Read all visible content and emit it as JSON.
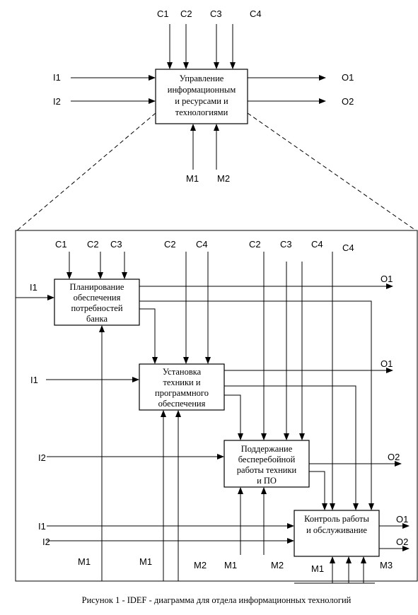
{
  "top": {
    "box_lines": [
      "Управление",
      "информационным",
      "и ресурсами и",
      "технологиями"
    ],
    "controls": [
      "C1",
      "C2",
      "C3",
      "C4"
    ],
    "inputs": [
      "I1",
      "I2"
    ],
    "outputs": [
      "O1",
      "O2"
    ],
    "mechanisms": [
      "M1",
      "M2"
    ]
  },
  "detail": {
    "blocks": [
      {
        "lines": [
          "Планирование",
          "обеспечения",
          "потребностей",
          "банка"
        ]
      },
      {
        "lines": [
          "Установка",
          "техники и",
          "программного",
          "обеспечения"
        ]
      },
      {
        "lines": [
          "Поддержание",
          "бесперебойной",
          "работы техники",
          "и ПО"
        ]
      },
      {
        "lines": [
          "Контроль работы",
          "и обслуживание"
        ]
      }
    ],
    "labels": {
      "b1_controls": [
        "C1",
        "C2",
        "C3"
      ],
      "b2_controls": [
        "C2",
        "C4"
      ],
      "b3_controls": [
        "C2",
        "C3",
        "C4"
      ],
      "b4_control": "C4",
      "inputs": [
        "I1",
        "I1",
        "I2",
        "I1",
        "I2"
      ],
      "outputs": [
        "O1",
        "O1",
        "O2",
        "O1",
        "O2"
      ],
      "mechanisms": [
        "M1",
        "M1",
        "M2",
        "M1",
        "M2",
        "M1",
        "M3"
      ]
    }
  },
  "caption": "Рисунок 1 - IDEF - диаграмма для отдела информационных технологий"
}
